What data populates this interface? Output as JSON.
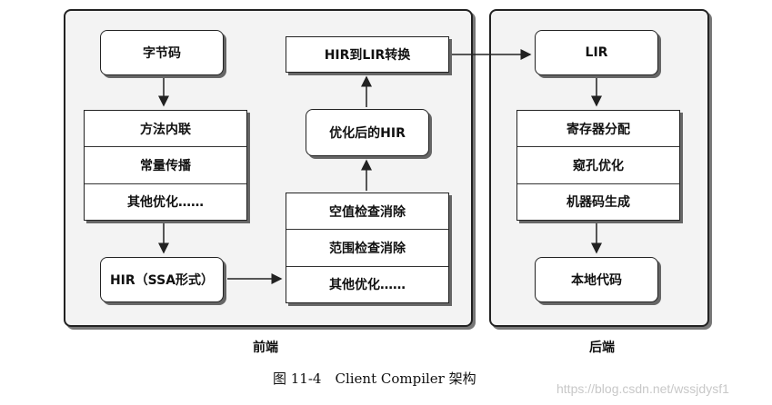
{
  "frontend": {
    "label": "前端",
    "bytecode": "字节码",
    "pass1": [
      "方法内联",
      "常量传播",
      "其他优化……"
    ],
    "hir_ssa": "HIR（SSA形式）",
    "pass2": [
      "空值检查消除",
      "范围检查消除",
      "其他优化……"
    ],
    "optimized_hir": "优化后的HIR",
    "hir_to_lir": "HIR到LIR转换"
  },
  "backend": {
    "label": "后端",
    "lir": "LIR",
    "pass": [
      "寄存器分配",
      "窥孔优化",
      "机器码生成"
    ],
    "native": "本地代码"
  },
  "caption": "图 11-4　Client Compiler 架构",
  "watermark": "https://blog.csdn.net/wssjdysf1"
}
